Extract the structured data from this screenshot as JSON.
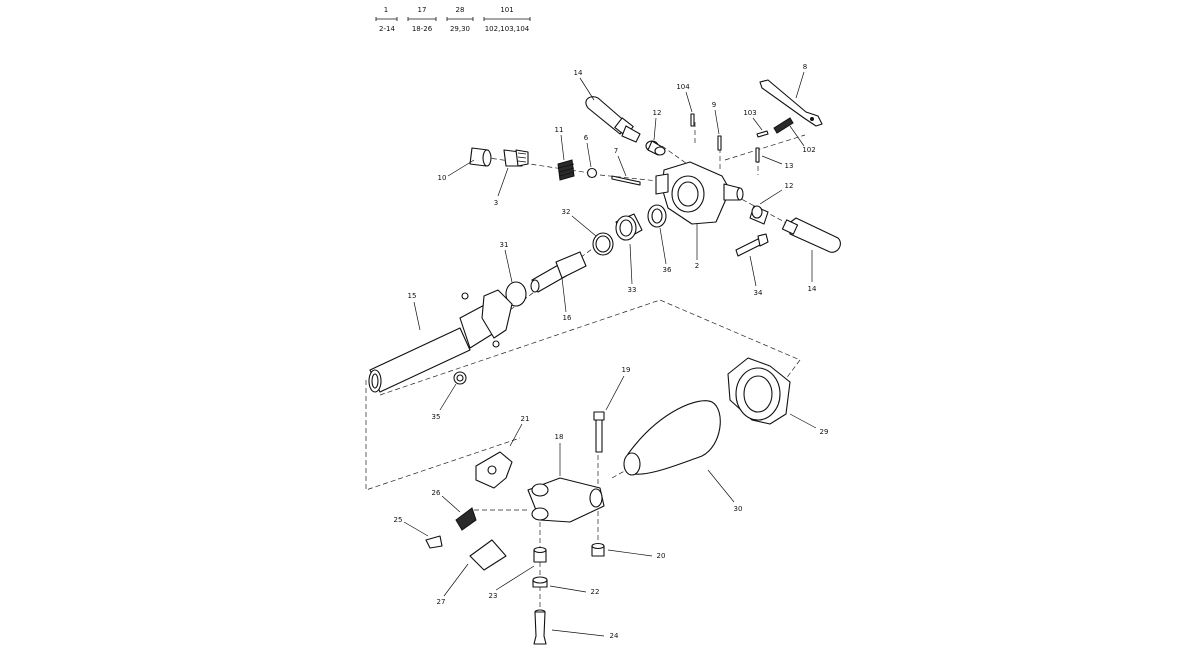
{
  "legend": [
    {
      "top": "1",
      "bottom": "2-14"
    },
    {
      "top": "17",
      "bottom": "18-26"
    },
    {
      "top": "28",
      "bottom": "29,30"
    },
    {
      "top": "101",
      "bottom": "102,103,104"
    }
  ],
  "callouts": {
    "c1": "14",
    "c2": "12",
    "c3": "104",
    "c4": "9",
    "c5": "8",
    "c6": "103",
    "c7": "102",
    "c8": "13",
    "c9": "11",
    "c10": "6",
    "c11": "7",
    "c12": "10",
    "c13": "3",
    "c14": "12",
    "c15": "32",
    "c16": "31",
    "c17": "33",
    "c18": "36",
    "c19": "2",
    "c20": "34",
    "c21": "14",
    "c22": "15",
    "c23": "16",
    "c24": "35",
    "c25": "19",
    "c26": "29",
    "c27": "21",
    "c28": "18",
    "c29": "26",
    "c30": "25",
    "c31": "30",
    "c32": "20",
    "c33": "27",
    "c34": "23",
    "c35": "22",
    "c36": "24"
  }
}
